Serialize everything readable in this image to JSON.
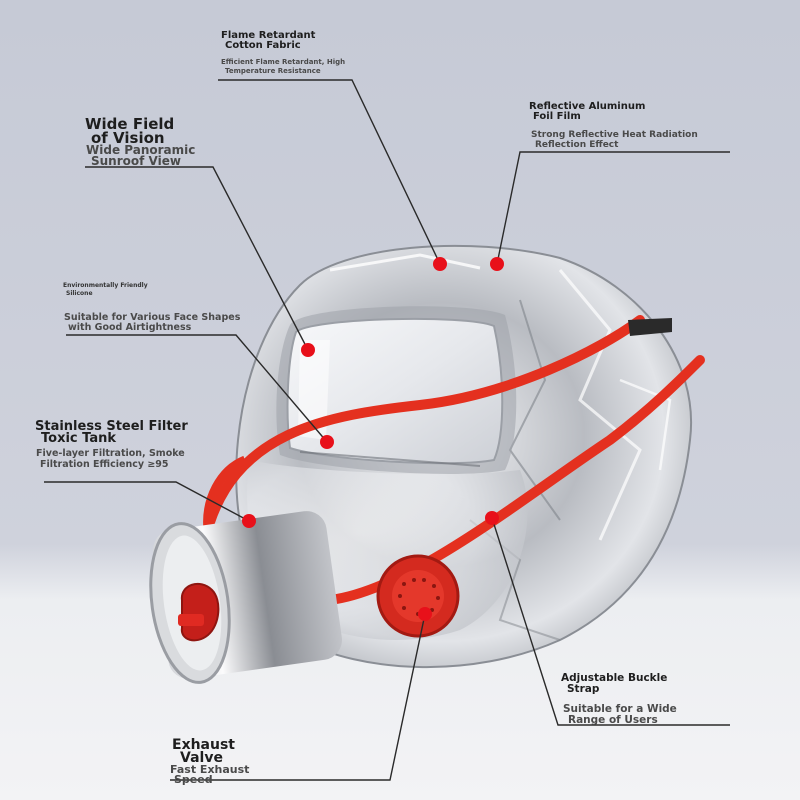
{
  "callouts": {
    "flame_retardant": {
      "title": [
        "Flame Retardant",
        "Cotton Fabric"
      ],
      "detail": [
        "Efficient Flame Retardant, High",
        "Temperature Resistance"
      ]
    },
    "reflective_foil": {
      "title": [
        "Reflective Aluminum",
        "Foil Film"
      ],
      "detail": [
        "Strong Reflective Heat Radiation",
        "Reflection Effect"
      ]
    },
    "wide_view": {
      "title": [
        "Wide Field",
        "of Vision"
      ],
      "detail": [
        "Wide Panoramic",
        "Sunroof View"
      ]
    },
    "silicone": {
      "title": [
        "Environmentally Friendly",
        "Silicone"
      ],
      "detail": [
        "Suitable for Various Face Shapes",
        "with Good Airtightness"
      ]
    },
    "filter": {
      "title": [
        "Stainless Steel Filter",
        "Toxic Tank"
      ],
      "detail": [
        "Five-layer Filtration, Smoke",
        "Filtration Efficiency ≥95"
      ]
    },
    "buckle": {
      "title": [
        "Adjustable Buckle",
        "Strap"
      ],
      "detail": [
        "Suitable for a Wide",
        "Range of Users"
      ]
    },
    "exhaust": {
      "title": [
        "Exhaust",
        "Valve"
      ],
      "detail": [
        "Fast Exhaust",
        "Speed"
      ]
    }
  },
  "colors": {
    "background_top": "#c9cdd8",
    "background_bottom": "#eff0f2",
    "strap_red": "#e4301f",
    "marker_red": "#e8101a",
    "leader_line": "#2a2a2a"
  }
}
